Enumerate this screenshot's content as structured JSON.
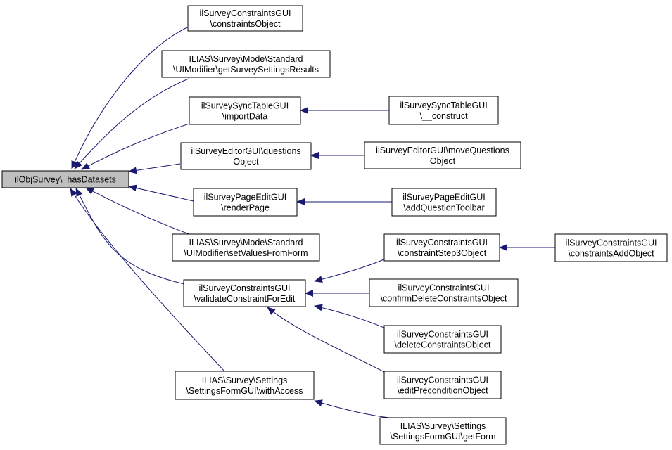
{
  "graph": {
    "nodes": [
      {
        "id": "root",
        "lines": [
          "ilObjSurvey\\_hasDatasets"
        ],
        "highlighted": true
      },
      {
        "id": "n1",
        "lines": [
          "ilSurveyConstraintsGUI",
          "\\constraintsObject"
        ]
      },
      {
        "id": "n2",
        "lines": [
          "ILIAS\\Survey\\Mode\\Standard",
          "\\UIModifier\\getSurveySettingsResults"
        ]
      },
      {
        "id": "n3",
        "lines": [
          "ilSurveySyncTableGUI",
          "\\importData"
        ]
      },
      {
        "id": "n4",
        "lines": [
          "ilSurveyEditorGUI\\questions",
          "Object"
        ]
      },
      {
        "id": "n5",
        "lines": [
          "ilSurveyPageEditGUI",
          "\\renderPage"
        ]
      },
      {
        "id": "n6",
        "lines": [
          "ILIAS\\Survey\\Mode\\Standard",
          "\\UIModifier\\setValuesFromForm"
        ]
      },
      {
        "id": "n7",
        "lines": [
          "ilSurveyConstraintsGUI",
          "\\validateConstraintForEdit"
        ]
      },
      {
        "id": "n8",
        "lines": [
          "ILIAS\\Survey\\Settings",
          "\\SettingsFormGUI\\withAccess"
        ]
      },
      {
        "id": "n9",
        "lines": [
          "ilSurveySyncTableGUI",
          "\\__construct"
        ]
      },
      {
        "id": "n10",
        "lines": [
          "ilSurveyEditorGUI\\moveQuestions",
          "Object"
        ]
      },
      {
        "id": "n11",
        "lines": [
          "ilSurveyPageEditGUI",
          "\\addQuestionToolbar"
        ]
      },
      {
        "id": "n12",
        "lines": [
          "ilSurveyConstraintsGUI",
          "\\constraintStep3Object"
        ]
      },
      {
        "id": "n13",
        "lines": [
          "ilSurveyConstraintsGUI",
          "\\confirmDeleteConstraintsObject"
        ]
      },
      {
        "id": "n14",
        "lines": [
          "ilSurveyConstraintsGUI",
          "\\deleteConstraintsObject"
        ]
      },
      {
        "id": "n15",
        "lines": [
          "ilSurveyConstraintsGUI",
          "\\editPreconditionObject"
        ]
      },
      {
        "id": "n16",
        "lines": [
          "ILIAS\\Survey\\Settings",
          "\\SettingsFormGUI\\getForm"
        ]
      },
      {
        "id": "n17",
        "lines": [
          "ilSurveyConstraintsGUI",
          "\\constraintsAddObject"
        ]
      }
    ],
    "edges": [
      {
        "from": "n1",
        "to": "root"
      },
      {
        "from": "n2",
        "to": "root"
      },
      {
        "from": "n3",
        "to": "root"
      },
      {
        "from": "n4",
        "to": "root"
      },
      {
        "from": "n5",
        "to": "root"
      },
      {
        "from": "n6",
        "to": "root"
      },
      {
        "from": "n7",
        "to": "root"
      },
      {
        "from": "n8",
        "to": "root"
      },
      {
        "from": "n9",
        "to": "n3"
      },
      {
        "from": "n10",
        "to": "n4"
      },
      {
        "from": "n11",
        "to": "n5"
      },
      {
        "from": "n12",
        "to": "n7"
      },
      {
        "from": "n13",
        "to": "n7"
      },
      {
        "from": "n14",
        "to": "n7"
      },
      {
        "from": "n15",
        "to": "n7"
      },
      {
        "from": "n16",
        "to": "n8"
      },
      {
        "from": "n17",
        "to": "n12"
      }
    ],
    "colors": {
      "edge": "#191970",
      "node_border": "#000000",
      "node_fill": "#ffffff",
      "root_fill": "#bfbfbf"
    }
  }
}
